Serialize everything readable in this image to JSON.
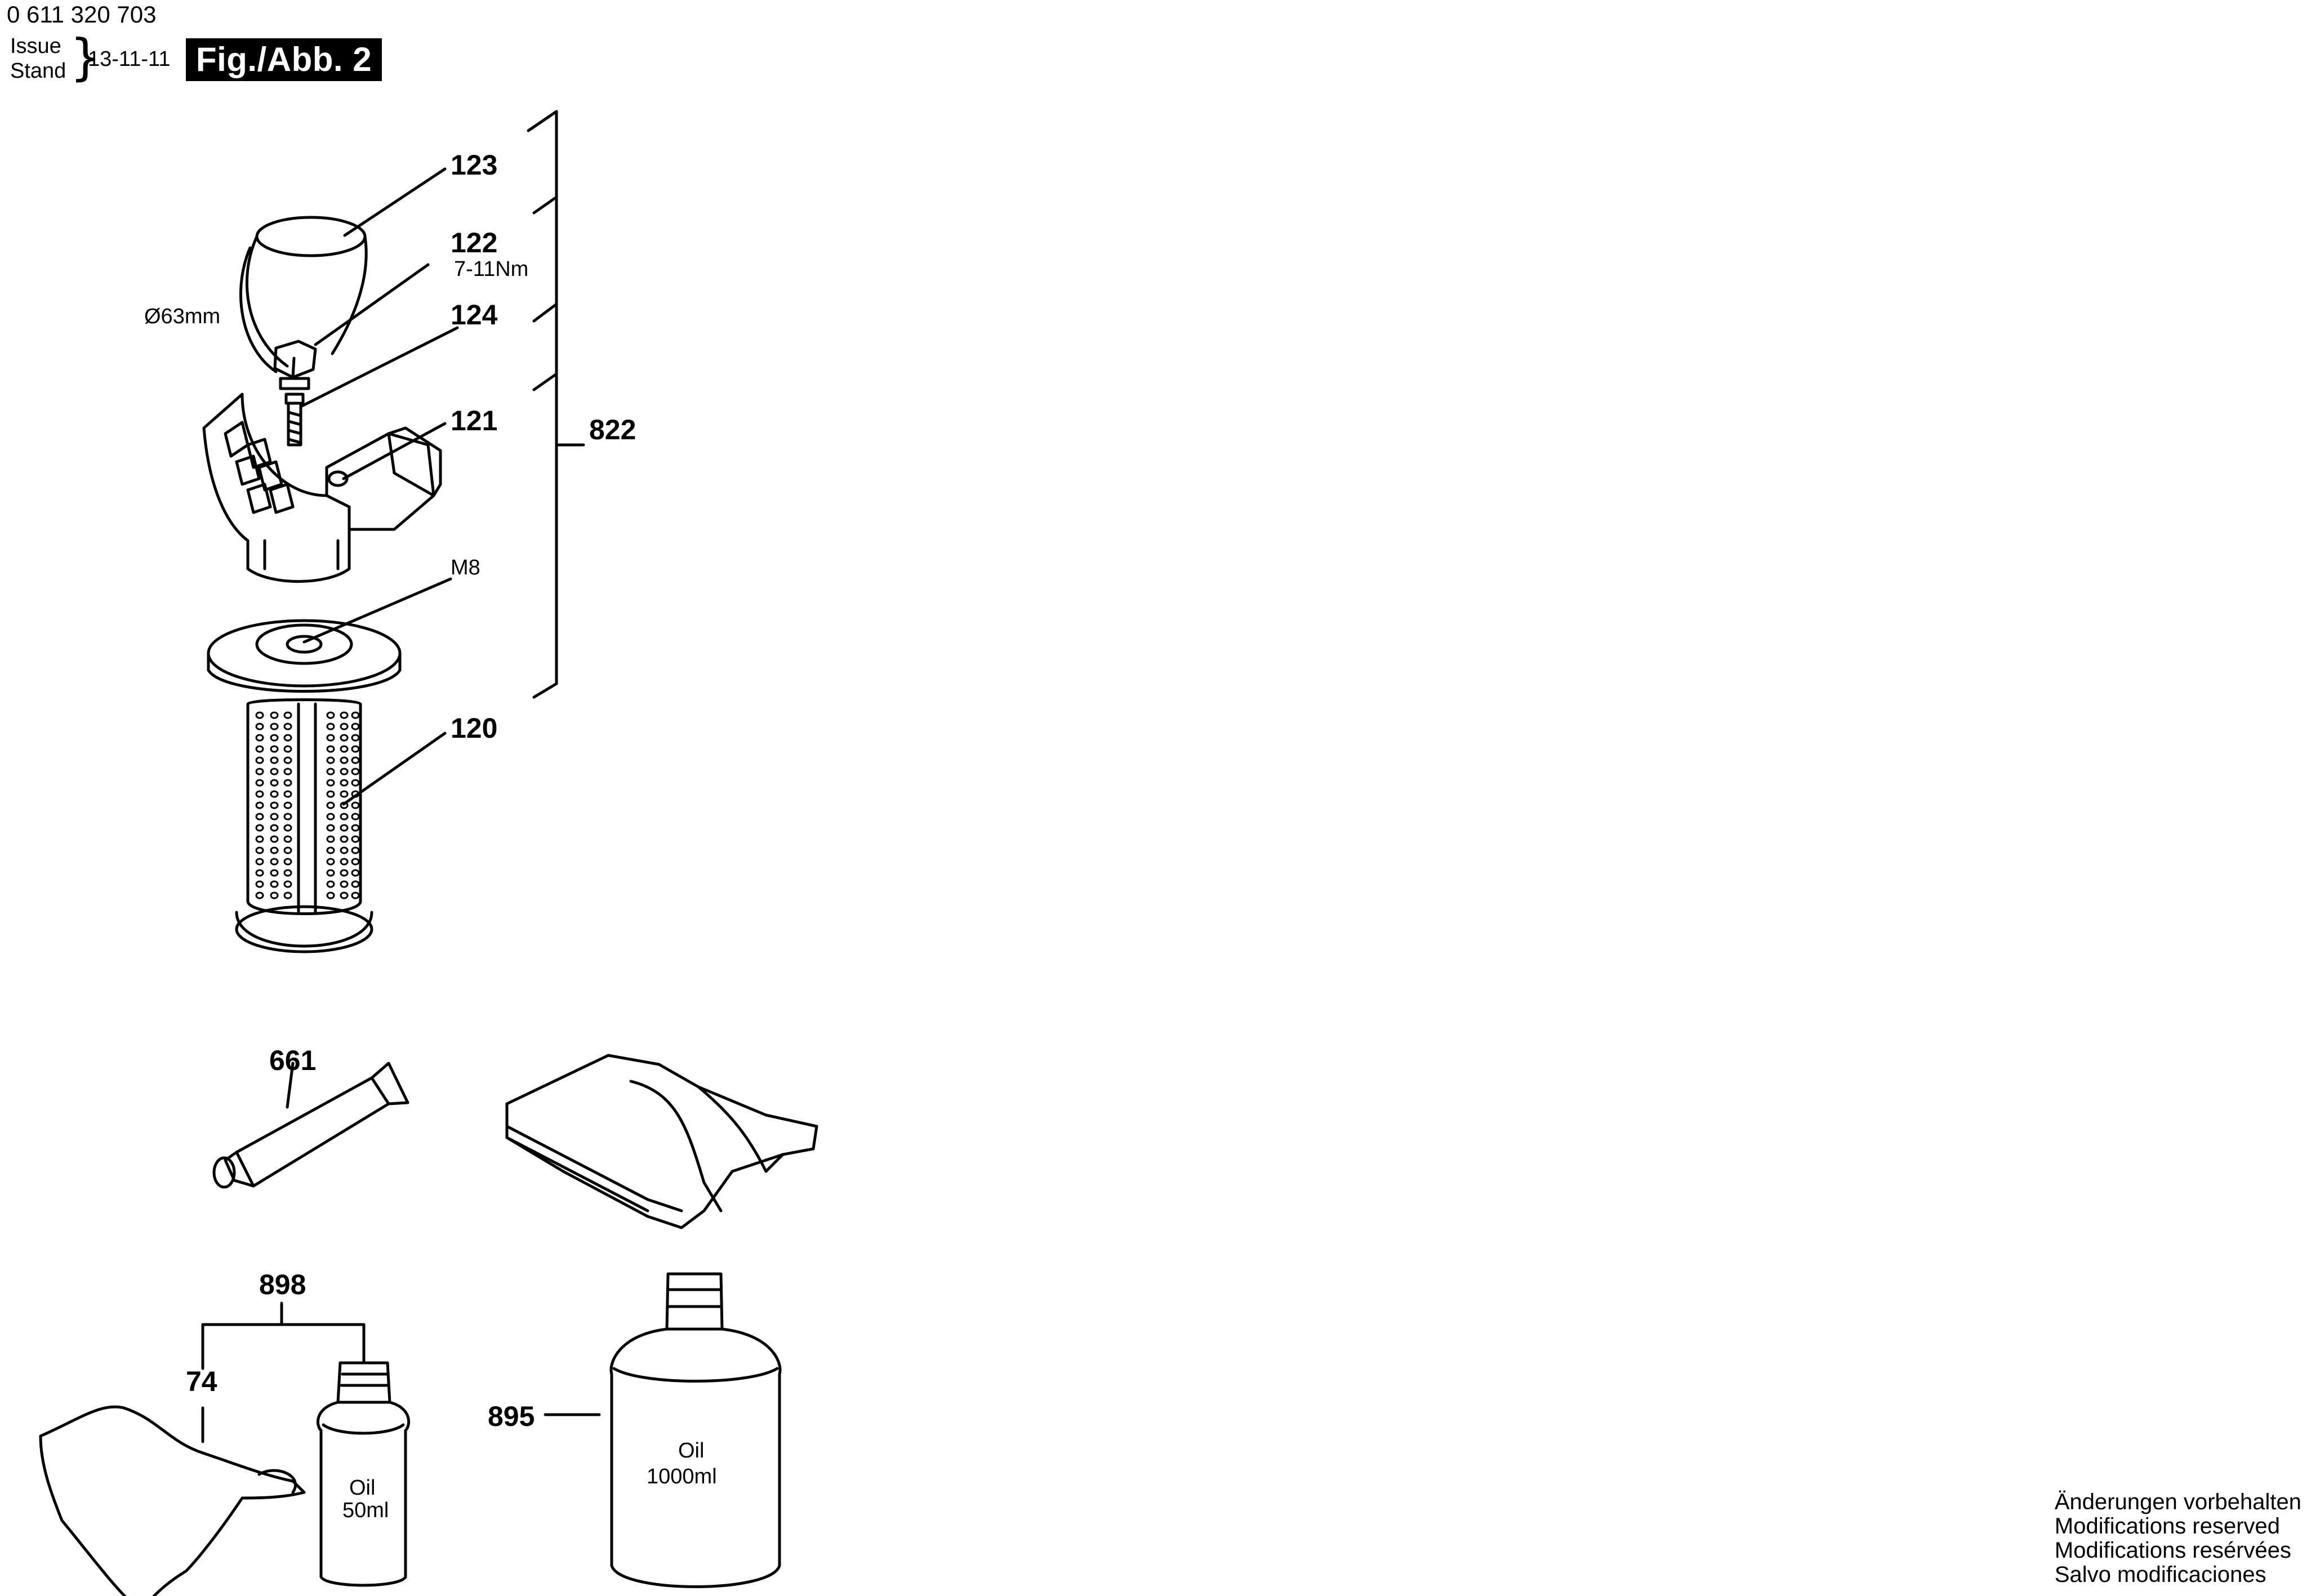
{
  "header": {
    "doc_number": "0 611 320 703",
    "issue_label": "Issue",
    "stand_label": "Stand",
    "date": "13-11-11",
    "figure": "Fig./Abb. 2"
  },
  "parts": {
    "p123": "123",
    "p122": "122",
    "torque": "7-11Nm",
    "diameter": "Ø63mm",
    "p124": "124",
    "p121": "121",
    "p822": "822",
    "m8": "M8",
    "p120": "120",
    "p661": "661",
    "p898": "898",
    "p74": "74",
    "p895": "895"
  },
  "labels": {
    "small_bottle_line1": "Oil",
    "small_bottle_line2": "50ml",
    "big_bottle_line1": "Oil",
    "big_bottle_line2": "1000ml"
  },
  "footer": {
    "lines": [
      "Änderungen vorbehalten",
      "Modifications reserved",
      "Modifications resérvées",
      "Salvo modificaciones"
    ]
  }
}
